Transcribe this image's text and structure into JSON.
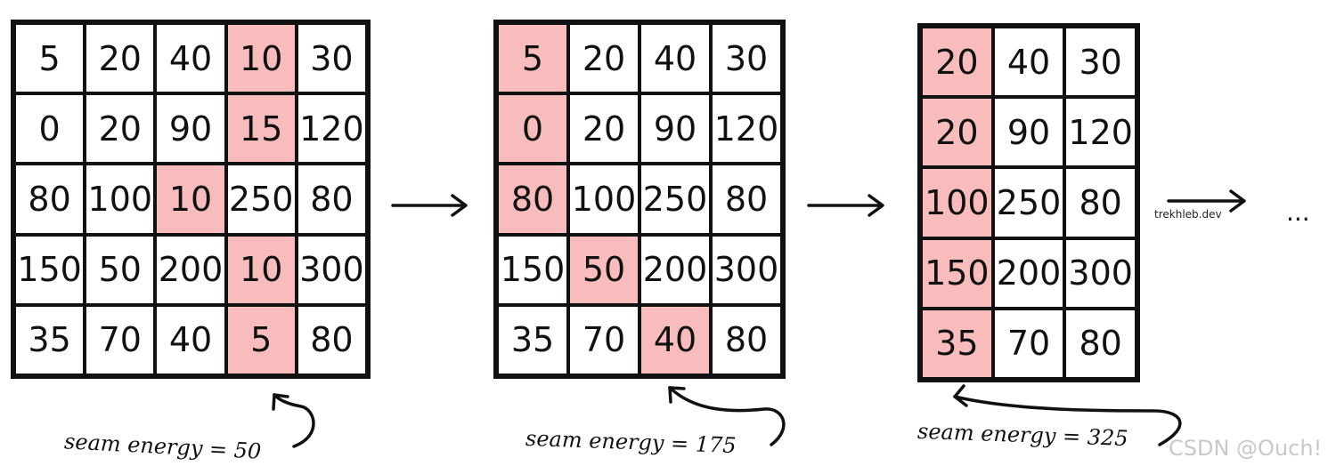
{
  "grids": [
    {
      "cells": [
        [
          "5",
          "20",
          "40",
          "10",
          "30"
        ],
        [
          "0",
          "20",
          "90",
          "15",
          "120"
        ],
        [
          "80",
          "100",
          "10",
          "250",
          "80"
        ],
        [
          "150",
          "50",
          "200",
          "10",
          "300"
        ],
        [
          "35",
          "70",
          "40",
          "5",
          "80"
        ]
      ],
      "seam": [
        [
          0,
          3
        ],
        [
          1,
          3
        ],
        [
          2,
          2
        ],
        [
          3,
          3
        ],
        [
          4,
          3
        ]
      ],
      "label": "seam energy = 50"
    },
    {
      "cells": [
        [
          "5",
          "20",
          "40",
          "30"
        ],
        [
          "0",
          "20",
          "90",
          "120"
        ],
        [
          "80",
          "100",
          "250",
          "80"
        ],
        [
          "150",
          "50",
          "200",
          "300"
        ],
        [
          "35",
          "70",
          "40",
          "80"
        ]
      ],
      "seam": [
        [
          0,
          0
        ],
        [
          1,
          0
        ],
        [
          2,
          0
        ],
        [
          3,
          1
        ],
        [
          4,
          2
        ]
      ],
      "label": "seam energy = 175"
    },
    {
      "cells": [
        [
          "20",
          "40",
          "30"
        ],
        [
          "20",
          "90",
          "120"
        ],
        [
          "100",
          "250",
          "80"
        ],
        [
          "150",
          "200",
          "300"
        ],
        [
          "35",
          "70",
          "80"
        ]
      ],
      "seam": [
        [
          0,
          0
        ],
        [
          1,
          0
        ],
        [
          2,
          0
        ],
        [
          3,
          0
        ],
        [
          4,
          0
        ]
      ],
      "label": "seam energy = 325"
    }
  ],
  "ellipsis": "...",
  "watermark_site": "trekhleb.dev",
  "watermark_csdn": "CSDN @Ouch!",
  "colors": {
    "seam": "#f9bcbc",
    "line": "#111111",
    "watermark": "#c8c8c8"
  }
}
